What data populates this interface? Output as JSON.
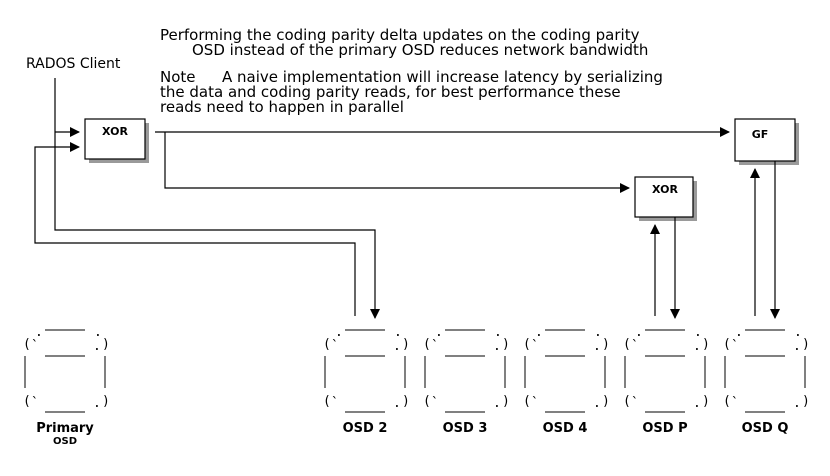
{
  "description": {
    "line1": "Performing the coding parity delta updates on the coding parity",
    "line2": "OSD instead of the primary OSD reduces network bandwidth",
    "note_label": "Note",
    "note_line1": "A naive implementation will increase latency by serializing",
    "note_line2": "the data and coding parity reads, for best performance these",
    "note_line3": "reads need to happen in parallel"
  },
  "client": {
    "label": "RADOS Client"
  },
  "boxes": {
    "xor_primary": "XOR",
    "xor_parity": "XOR",
    "gf": "GF"
  },
  "osds": [
    {
      "label": "Primary",
      "sublabel": "OSD"
    },
    {
      "label": "OSD 2"
    },
    {
      "label": "OSD 3"
    },
    {
      "label": "OSD 4"
    },
    {
      "label": "OSD P"
    },
    {
      "label": "OSD Q"
    }
  ],
  "colors": {
    "line": "#000000",
    "shadow": "#9a9a9a",
    "background": "#ffffff"
  }
}
